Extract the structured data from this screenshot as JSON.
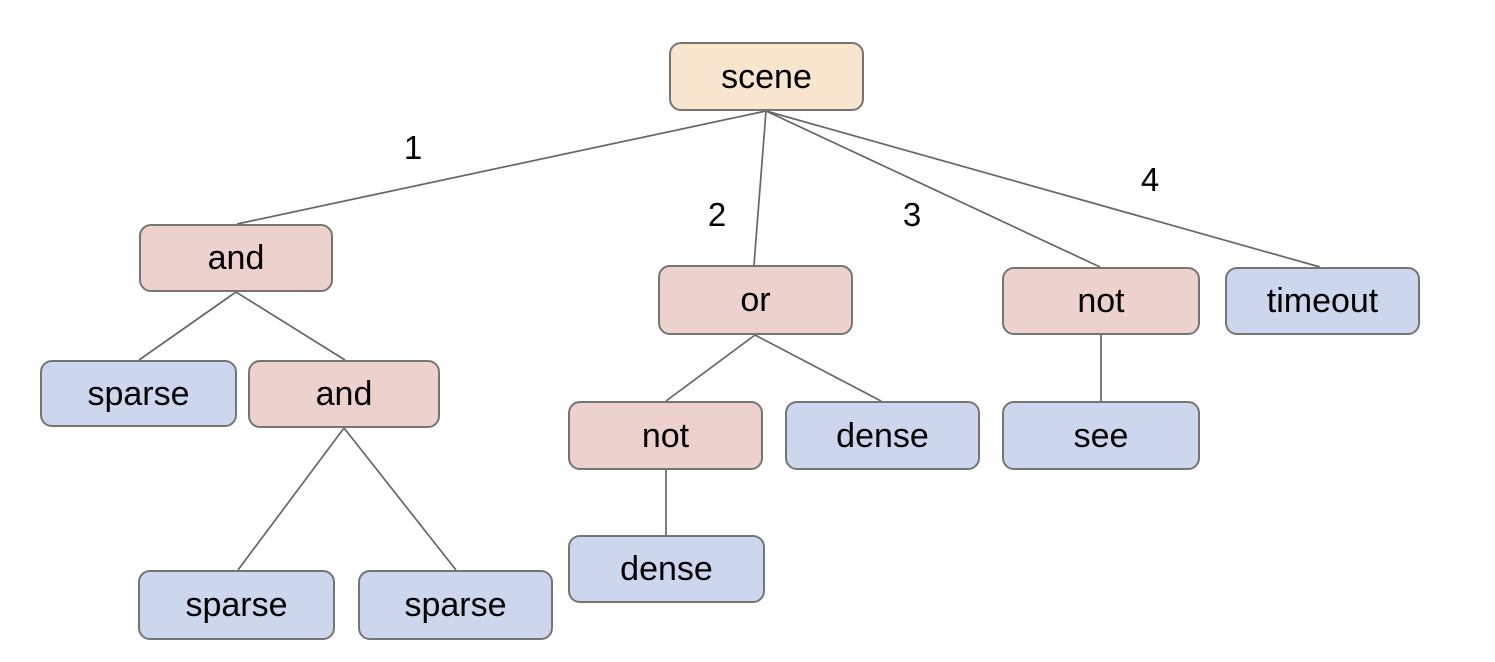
{
  "tree": {
    "nodes": [
      {
        "id": "scene",
        "label": "scene",
        "kind": "root",
        "fill": "#f7e6cd"
      },
      {
        "id": "and-1",
        "label": "and",
        "kind": "operator",
        "fill": "#ecd1cc"
      },
      {
        "id": "or",
        "label": "or",
        "kind": "operator",
        "fill": "#ecd1cc"
      },
      {
        "id": "not-1",
        "label": "not",
        "kind": "operator",
        "fill": "#ecd1cc"
      },
      {
        "id": "timeout",
        "label": "timeout",
        "kind": "leaf",
        "fill": "#ccd7ee"
      },
      {
        "id": "sparse-1",
        "label": "sparse",
        "kind": "leaf",
        "fill": "#ccd7ee"
      },
      {
        "id": "and-2",
        "label": "and",
        "kind": "operator",
        "fill": "#ecd1cc"
      },
      {
        "id": "not-2",
        "label": "not",
        "kind": "operator",
        "fill": "#ecd1cc"
      },
      {
        "id": "dense-1",
        "label": "dense",
        "kind": "leaf",
        "fill": "#ccd7ee"
      },
      {
        "id": "see",
        "label": "see",
        "kind": "leaf",
        "fill": "#ccd7ee"
      },
      {
        "id": "sparse-2",
        "label": "sparse",
        "kind": "leaf",
        "fill": "#ccd7ee"
      },
      {
        "id": "sparse-3",
        "label": "sparse",
        "kind": "leaf",
        "fill": "#ccd7ee"
      },
      {
        "id": "dense-2",
        "label": "dense",
        "kind": "leaf",
        "fill": "#ccd7ee"
      }
    ],
    "edges": [
      {
        "from": "scene",
        "to": "and-1",
        "label": "1"
      },
      {
        "from": "scene",
        "to": "or",
        "label": "2"
      },
      {
        "from": "scene",
        "to": "not-1",
        "label": "3"
      },
      {
        "from": "scene",
        "to": "timeout",
        "label": "4"
      },
      {
        "from": "and-1",
        "to": "sparse-1",
        "label": ""
      },
      {
        "from": "and-1",
        "to": "and-2",
        "label": ""
      },
      {
        "from": "and-2",
        "to": "sparse-2",
        "label": ""
      },
      {
        "from": "and-2",
        "to": "sparse-3",
        "label": ""
      },
      {
        "from": "or",
        "to": "not-2",
        "label": ""
      },
      {
        "from": "or",
        "to": "dense-1",
        "label": ""
      },
      {
        "from": "not-2",
        "to": "dense-2",
        "label": ""
      },
      {
        "from": "not-1",
        "to": "see",
        "label": ""
      }
    ],
    "edge_labels": [
      {
        "text": "1"
      },
      {
        "text": "2"
      },
      {
        "text": "3"
      },
      {
        "text": "4"
      }
    ],
    "colors": {
      "root_fill": "#f7e6cd",
      "operator_fill": "#ecd1cc",
      "leaf_fill": "#ccd7ee",
      "node_border": "#757575",
      "edge_stroke": "#666666",
      "text": "#000000",
      "background": "#ffffff"
    }
  }
}
